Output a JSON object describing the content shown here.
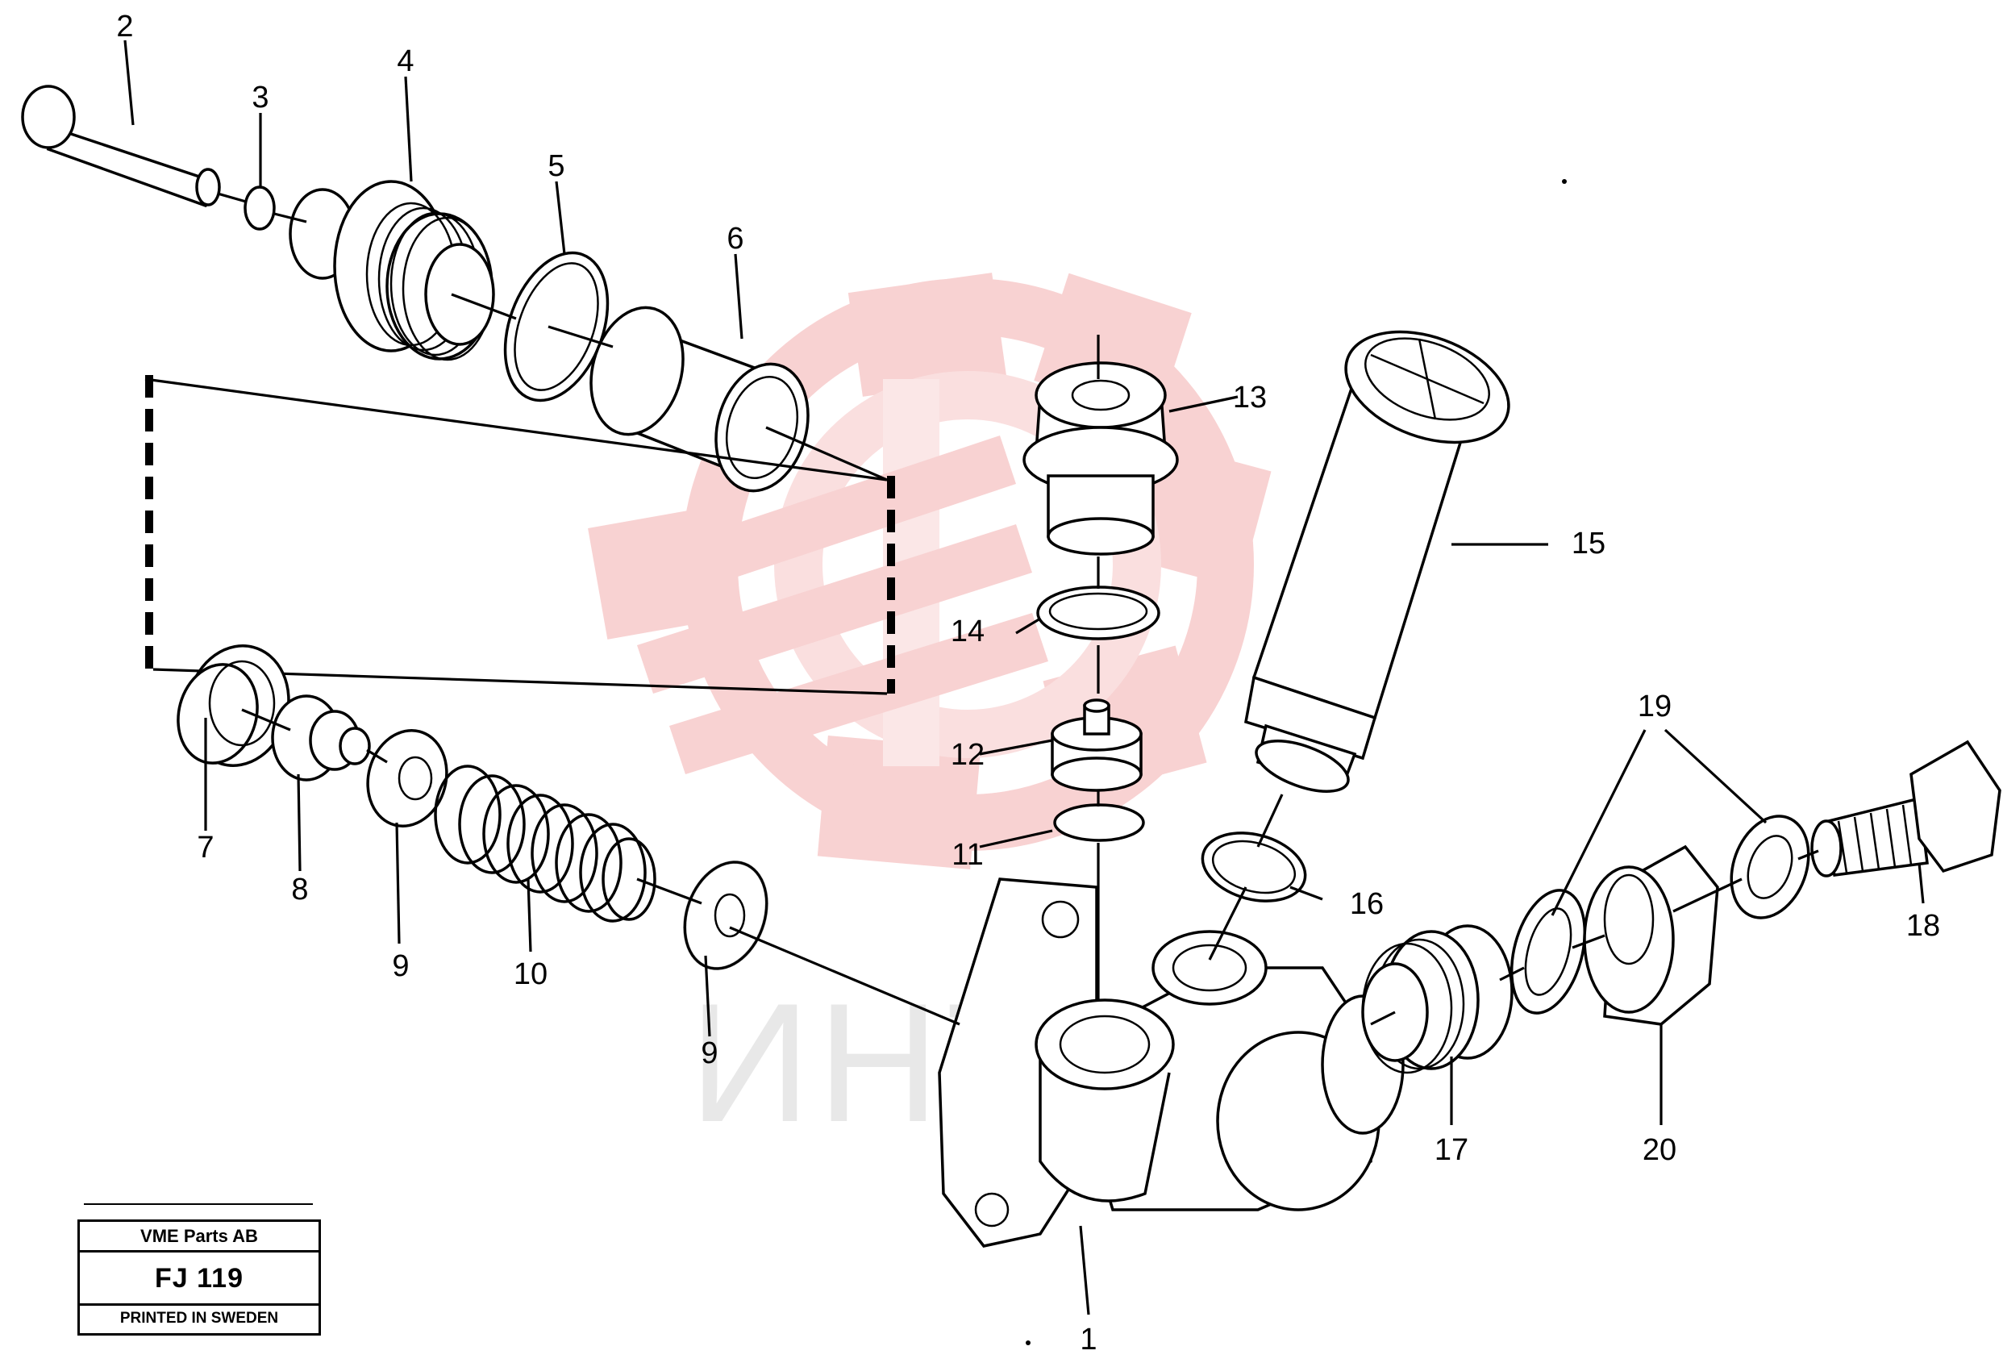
{
  "diagram": {
    "part_labels": [
      "1",
      "2",
      "3",
      "4",
      "5",
      "6",
      "7",
      "8",
      "9",
      "9",
      "10",
      "11",
      "12",
      "13",
      "14",
      "15",
      "16",
      "17",
      "18",
      "19",
      "20"
    ],
    "watermark_text": "ИНТЕХ",
    "watermark_color": "#f6c9c9",
    "line_color": "#000000"
  },
  "title_block": {
    "company": "VME Parts AB",
    "code": "FJ 119",
    "printed": "PRINTED IN SWEDEN"
  }
}
